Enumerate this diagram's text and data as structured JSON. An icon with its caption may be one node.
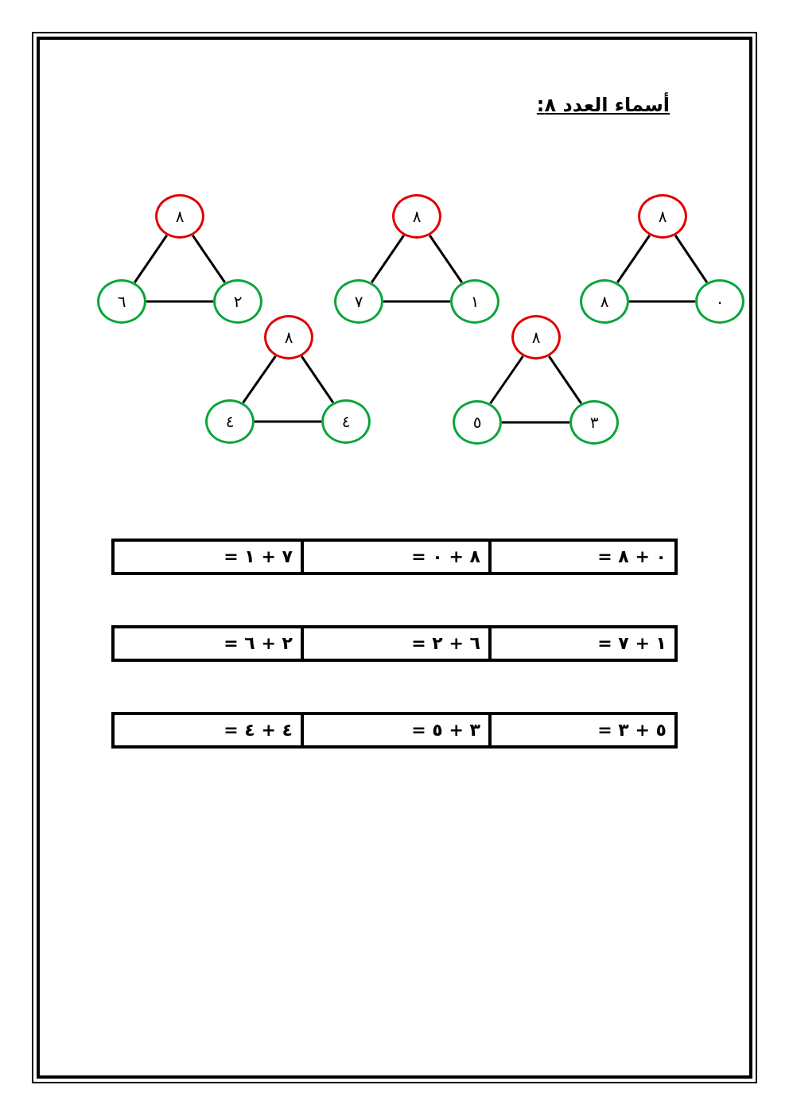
{
  "diagram": {
    "title": "أسماء العدد ٨:",
    "nodes": [
      {
        "text": [
          "٨"
        ]
      },
      {
        "text": [
          "٨"
        ]
      },
      {
        "text": [
          "٠"
        ]
      },
      {
        "text": [
          "٨"
        ]
      },
      {
        "text": [
          "٧"
        ]
      },
      {
        "text": [
          "١"
        ]
      },
      {
        "text": [
          "٨"
        ]
      },
      {
        "text": [
          "٦"
        ]
      },
      {
        "text": [
          "٢"
        ]
      },
      {
        "text": [
          "٨"
        ]
      },
      {
        "text": [
          "٥"
        ]
      },
      {
        "text": [
          "٣"
        ]
      },
      {
        "text": [
          "٨"
        ]
      },
      {
        "text": [
          "٤"
        ]
      },
      {
        "text": [
          "٤"
        ]
      }
    ],
    "edges": [
      {
        "from": 0,
        "to": 1,
        "arrow": "none"
      },
      {
        "from": 0,
        "to": 2,
        "arrow": "none"
      },
      {
        "from": 1,
        "to": 2,
        "arrow": "none"
      },
      {
        "from": 3,
        "to": 4,
        "arrow": "none"
      },
      {
        "from": 3,
        "to": 5,
        "arrow": "none"
      },
      {
        "from": 4,
        "to": 5,
        "arrow": "none"
      },
      {
        "from": 6,
        "to": 7,
        "arrow": "none"
      },
      {
        "from": 6,
        "to": 8,
        "arrow": "none"
      },
      {
        "from": 7,
        "to": 8,
        "arrow": "none"
      },
      {
        "from": 9,
        "to": 10,
        "arrow": "none"
      },
      {
        "from": 9,
        "to": 11,
        "arrow": "none"
      },
      {
        "from": 10,
        "to": 11,
        "arrow": "none"
      },
      {
        "from": 12,
        "to": 13,
        "arrow": "none"
      },
      {
        "from": 12,
        "to": 14,
        "arrow": "none"
      },
      {
        "from": 13,
        "to": 14,
        "arrow": "none"
      }
    ],
    "labels": [
      "٠ + ٨ =",
      "٨ + ٠ =",
      "٧ + ١ =",
      "١ + ٧ =",
      "٦ + ٢ =",
      "٢ + ٦ =",
      "٥ + ٣ =",
      "٣ + ٥ =",
      "٤ + ٤ ="
    ]
  }
}
